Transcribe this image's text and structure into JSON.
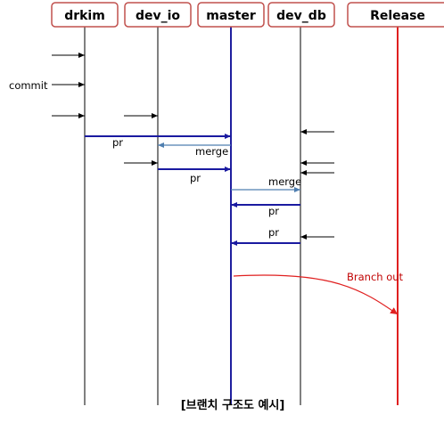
{
  "lanes": [
    {
      "id": "drkim",
      "label": "drkim",
      "line_color": "#000000",
      "border_color": "#c0504d",
      "text_color": "#000000"
    },
    {
      "id": "dev_io",
      "label": "dev_io",
      "line_color": "#000000",
      "border_color": "#c0504d",
      "text_color": "#000000"
    },
    {
      "id": "master",
      "label": "master",
      "line_color": "#1f1f9f",
      "border_color": "#c0504d",
      "text_color": "#000000"
    },
    {
      "id": "dev_db",
      "label": "dev_db",
      "line_color": "#000000",
      "border_color": "#c0504d",
      "text_color": "#000000"
    },
    {
      "id": "release",
      "label": "Release",
      "line_color": "#e02020",
      "border_color": "#c0504d",
      "text_color": "#000000"
    }
  ],
  "messages": [
    {
      "kind": "commit",
      "to": "drkim",
      "label": ""
    },
    {
      "kind": "commit",
      "to": "drkim",
      "label": "commit"
    },
    {
      "kind": "commit",
      "to": "drkim",
      "label": ""
    },
    {
      "kind": "commit",
      "to": "dev_io",
      "label": ""
    },
    {
      "kind": "commit",
      "to": "dev_db",
      "label": ""
    },
    {
      "kind": "pr",
      "from": "drkim",
      "to": "master",
      "label": "pr"
    },
    {
      "kind": "merge",
      "from": "master",
      "to": "dev_io",
      "label": "merge"
    },
    {
      "kind": "commit",
      "to": "dev_io",
      "label": ""
    },
    {
      "kind": "commit",
      "to": "dev_db",
      "label": ""
    },
    {
      "kind": "commit",
      "to": "dev_db",
      "label": ""
    },
    {
      "kind": "pr",
      "from": "dev_io",
      "to": "master",
      "label": "pr"
    },
    {
      "kind": "merge",
      "from": "master",
      "to": "dev_db",
      "label": "merge"
    },
    {
      "kind": "pr",
      "from": "dev_db",
      "to": "master",
      "label": "pr"
    },
    {
      "kind": "commit",
      "to": "dev_db",
      "label": ""
    },
    {
      "kind": "pr",
      "from": "dev_db",
      "to": "master",
      "label": "pr"
    },
    {
      "kind": "branch",
      "from": "master",
      "to": "release",
      "label": "Branch out"
    }
  ],
  "colors": {
    "pr": "#1a1aa0",
    "merge": "#4f7fb0",
    "commit": "#000000",
    "branch": "#e02020",
    "branch_label": "#c00000"
  },
  "caption": "[브랜치 구조도 예시]"
}
